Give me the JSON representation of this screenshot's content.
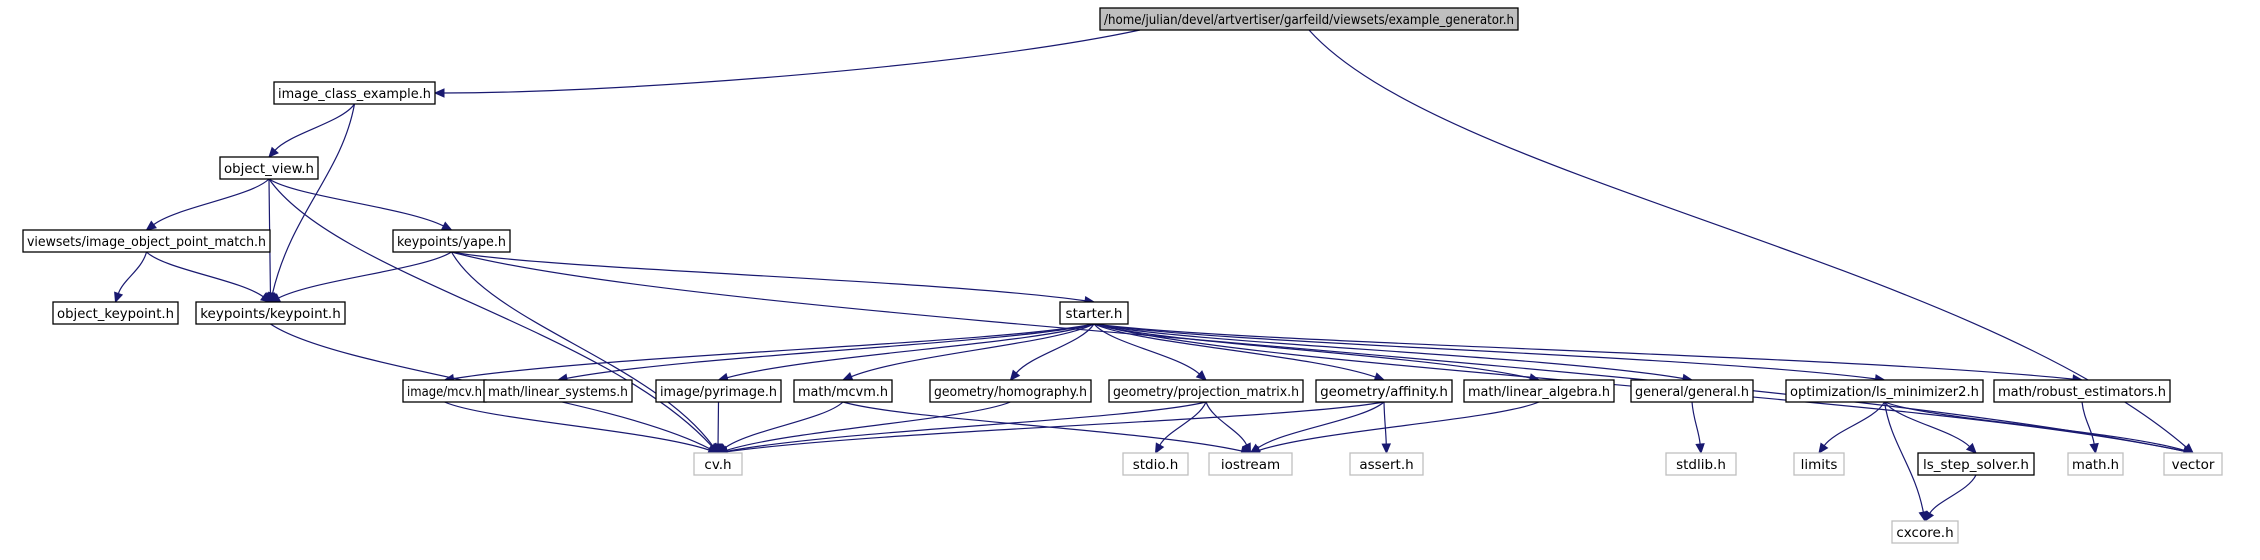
{
  "colors": {
    "edge": "#191970",
    "main_fill": "#bfbfbf",
    "box_border": "#000000",
    "system_border": "#bfbfbf",
    "background": "#ffffff"
  },
  "nodes": [
    {
      "id": "n_main",
      "label": "/home/julian/devel/artvertiser/garfeild/viewsets/example_generator.h",
      "kind": "main"
    },
    {
      "id": "n_image_class",
      "label": "image_class_example.h",
      "kind": "local"
    },
    {
      "id": "n_object_view",
      "label": "object_view.h",
      "kind": "local"
    },
    {
      "id": "n_iopm",
      "label": "viewsets/image_object_point_match.h",
      "kind": "local"
    },
    {
      "id": "n_kp_yape",
      "label": "keypoints/yape.h",
      "kind": "local"
    },
    {
      "id": "n_object_keypoint",
      "label": "object_keypoint.h",
      "kind": "local"
    },
    {
      "id": "n_kp_keypoint",
      "label": "keypoints/keypoint.h",
      "kind": "local"
    },
    {
      "id": "n_starter",
      "label": "starter.h",
      "kind": "local"
    },
    {
      "id": "n_image_mcv",
      "label": "image/mcv.h",
      "kind": "local"
    },
    {
      "id": "n_math_linsys",
      "label": "math/linear_systems.h",
      "kind": "local"
    },
    {
      "id": "n_image_pyr",
      "label": "image/pyrimage.h",
      "kind": "local"
    },
    {
      "id": "n_math_mcvm",
      "label": "math/mcvm.h",
      "kind": "local"
    },
    {
      "id": "n_geo_homog",
      "label": "geometry/homography.h",
      "kind": "local"
    },
    {
      "id": "n_geo_proj",
      "label": "geometry/projection_matrix.h",
      "kind": "local"
    },
    {
      "id": "n_geo_aff",
      "label": "geometry/affinity.h",
      "kind": "local"
    },
    {
      "id": "n_math_linalg",
      "label": "math/linear_algebra.h",
      "kind": "local"
    },
    {
      "id": "n_general",
      "label": "general/general.h",
      "kind": "local"
    },
    {
      "id": "n_opt_ls",
      "label": "optimization/ls_minimizer2.h",
      "kind": "local"
    },
    {
      "id": "n_math_robust",
      "label": "math/robust_estimators.h",
      "kind": "local"
    },
    {
      "id": "n_cv",
      "label": "cv.h",
      "kind": "system"
    },
    {
      "id": "n_stdio",
      "label": "stdio.h",
      "kind": "system"
    },
    {
      "id": "n_iostream",
      "label": "iostream",
      "kind": "system"
    },
    {
      "id": "n_assert",
      "label": "assert.h",
      "kind": "system"
    },
    {
      "id": "n_stdlib",
      "label": "stdlib.h",
      "kind": "system"
    },
    {
      "id": "n_limits",
      "label": "limits",
      "kind": "system"
    },
    {
      "id": "n_ls_step",
      "label": "ls_step_solver.h",
      "kind": "local"
    },
    {
      "id": "n_math_h",
      "label": "math.h",
      "kind": "system"
    },
    {
      "id": "n_vector",
      "label": "vector",
      "kind": "system"
    },
    {
      "id": "n_cxcore",
      "label": "cxcore.h",
      "kind": "system"
    }
  ],
  "edges": [
    [
      "n_main",
      "n_image_class"
    ],
    [
      "n_main",
      "n_vector"
    ],
    [
      "n_image_class",
      "n_object_view"
    ],
    [
      "n_image_class",
      "n_kp_keypoint"
    ],
    [
      "n_object_view",
      "n_iopm"
    ],
    [
      "n_object_view",
      "n_kp_yape"
    ],
    [
      "n_object_view",
      "n_kp_keypoint"
    ],
    [
      "n_object_view",
      "n_cv"
    ],
    [
      "n_iopm",
      "n_object_keypoint"
    ],
    [
      "n_iopm",
      "n_kp_keypoint"
    ],
    [
      "n_kp_yape",
      "n_kp_keypoint"
    ],
    [
      "n_kp_yape",
      "n_starter"
    ],
    [
      "n_kp_yape",
      "n_cv"
    ],
    [
      "n_kp_yape",
      "n_vector"
    ],
    [
      "n_kp_keypoint",
      "n_cv"
    ],
    [
      "n_starter",
      "n_image_mcv"
    ],
    [
      "n_starter",
      "n_math_linsys"
    ],
    [
      "n_starter",
      "n_image_pyr"
    ],
    [
      "n_starter",
      "n_math_mcvm"
    ],
    [
      "n_starter",
      "n_geo_homog"
    ],
    [
      "n_starter",
      "n_geo_proj"
    ],
    [
      "n_starter",
      "n_geo_aff"
    ],
    [
      "n_starter",
      "n_math_linalg"
    ],
    [
      "n_starter",
      "n_general"
    ],
    [
      "n_starter",
      "n_opt_ls"
    ],
    [
      "n_starter",
      "n_math_robust"
    ],
    [
      "n_starter",
      "n_vector"
    ],
    [
      "n_image_mcv",
      "n_cv"
    ],
    [
      "n_image_pyr",
      "n_cv"
    ],
    [
      "n_math_mcvm",
      "n_cv"
    ],
    [
      "n_math_mcvm",
      "n_iostream"
    ],
    [
      "n_geo_homog",
      "n_cv"
    ],
    [
      "n_geo_proj",
      "n_cv"
    ],
    [
      "n_geo_proj",
      "n_stdio"
    ],
    [
      "n_geo_proj",
      "n_iostream"
    ],
    [
      "n_geo_aff",
      "n_cv"
    ],
    [
      "n_geo_aff",
      "n_iostream"
    ],
    [
      "n_geo_aff",
      "n_assert"
    ],
    [
      "n_math_linalg",
      "n_iostream"
    ],
    [
      "n_general",
      "n_stdlib"
    ],
    [
      "n_opt_ls",
      "n_limits"
    ],
    [
      "n_opt_ls",
      "n_ls_step"
    ],
    [
      "n_opt_ls",
      "n_cxcore"
    ],
    [
      "n_opt_ls",
      "n_vector"
    ],
    [
      "n_ls_step",
      "n_cxcore"
    ],
    [
      "n_math_robust",
      "n_math_h"
    ]
  ]
}
